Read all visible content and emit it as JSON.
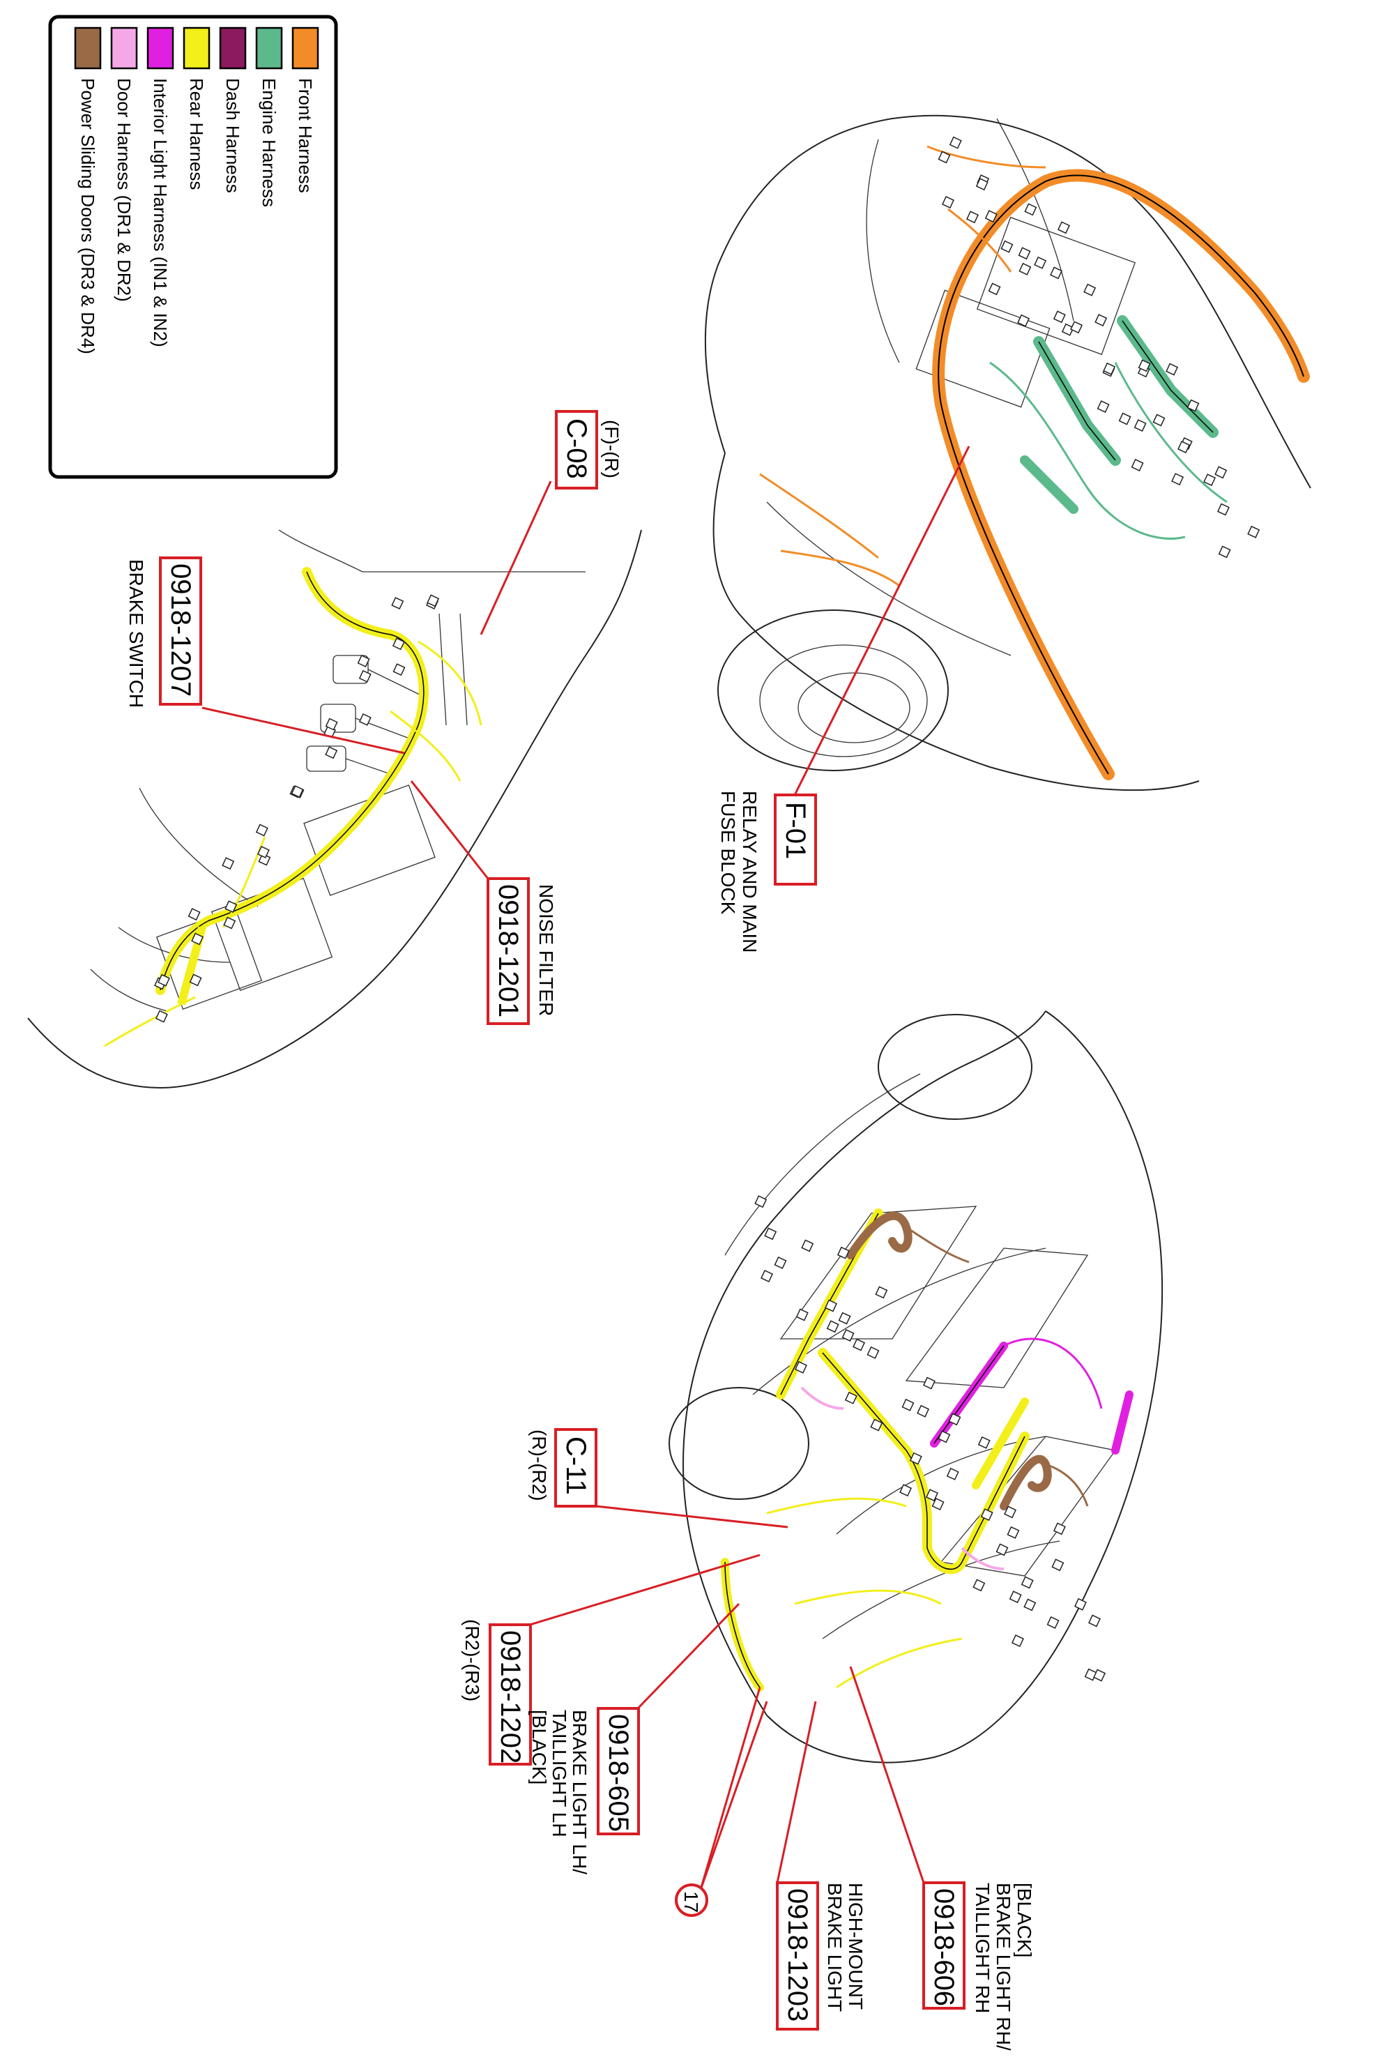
{
  "legend": {
    "items": [
      {
        "label": "Front Harness",
        "color": "#f28c28"
      },
      {
        "label": "Engine Harness",
        "color": "#5bb98b"
      },
      {
        "label": "Dash Harness",
        "color": "#8b1a5e"
      },
      {
        "label": "Rear Harness",
        "color": "#f2ef1a"
      },
      {
        "label": "Interior Light Harness (IN1 & IN2)",
        "color": "#e020e0"
      },
      {
        "label": "Door Harness (DR1 & DR2)",
        "color": "#f5a8e8"
      },
      {
        "label": "Power Sliding Doors (DR3 & DR4)",
        "color": "#9a6a46"
      }
    ]
  },
  "callouts": {
    "f01": {
      "code": "F-01",
      "desc1": "RELAY AND MAIN",
      "desc2": "FUSE BLOCK"
    },
    "c08": {
      "code": "C-08",
      "note": "(F)-(R)"
    },
    "c0918_1207": {
      "code": "0918-1207",
      "desc": "BRAKE SWITCH"
    },
    "c0918_1201": {
      "code": "0918-1201",
      "desc": "NOISE FILTER"
    },
    "c11": {
      "code": "C-11",
      "note": "(R)-(R2)"
    },
    "c0918_1202": {
      "code": "0918-1202",
      "note": "(R2)-(R3)"
    },
    "c0918_605": {
      "code": "0918-605",
      "desc1": "BRAKE LIGHT LH/",
      "desc2": "TAILLIGHT LH",
      "desc3": "[BLACK]"
    },
    "c0918_1203": {
      "code": "0918-1203",
      "desc1": "HIGH-MOUNT",
      "desc2": "BRAKE LIGHT"
    },
    "c0918_606": {
      "code": "0918-606",
      "desc1": "[BLACK]",
      "desc2": "BRAKE LIGHT RH/",
      "desc3": "TAILLIGHT RH"
    },
    "ground17": {
      "label": "17"
    }
  }
}
